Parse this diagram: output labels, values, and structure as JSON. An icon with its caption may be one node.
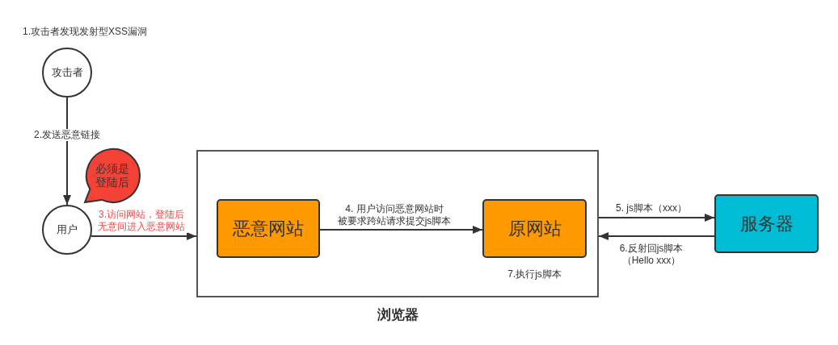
{
  "diagram": {
    "nodes": [
      {
        "text": [
          "攻击者"
        ],
        "beside": [
          "1.攻击者发现发射型XSS漏洞"
        ]
      },
      {
        "text": [
          "用户"
        ]
      },
      {
        "text": [
          "必须是登陆后"
        ]
      },
      {
        "text": [
          "浏览器"
        ]
      },
      {
        "text": [
          "恶意网站"
        ],
        "in": 3
      },
      {
        "text": [
          "原网站"
        ],
        "in": 3,
        "beside": [
          "7.执行js脚本"
        ]
      },
      {
        "text": [
          "服务器"
        ]
      }
    ],
    "edges": [
      {
        "from": 0,
        "to": 1,
        "arrow": "to",
        "label": "2.发送恶意链接"
      },
      {
        "from": 1,
        "to": 3,
        "arrow": "to",
        "label": "3.访问网站，登陆后无意间进入恶意网站"
      },
      {
        "from": 4,
        "to": 5,
        "arrow": "to",
        "label": "4. 用户访问恶意网站时被要求跨站请求提交js脚本"
      },
      {
        "from": 3,
        "to": 6,
        "arrow": "to",
        "label": "5. js脚本（xxx）"
      },
      {
        "from": 6,
        "to": 3,
        "arrow": "to",
        "label": "6.反射回js脚本（Hello xxx）"
      }
    ]
  }
}
